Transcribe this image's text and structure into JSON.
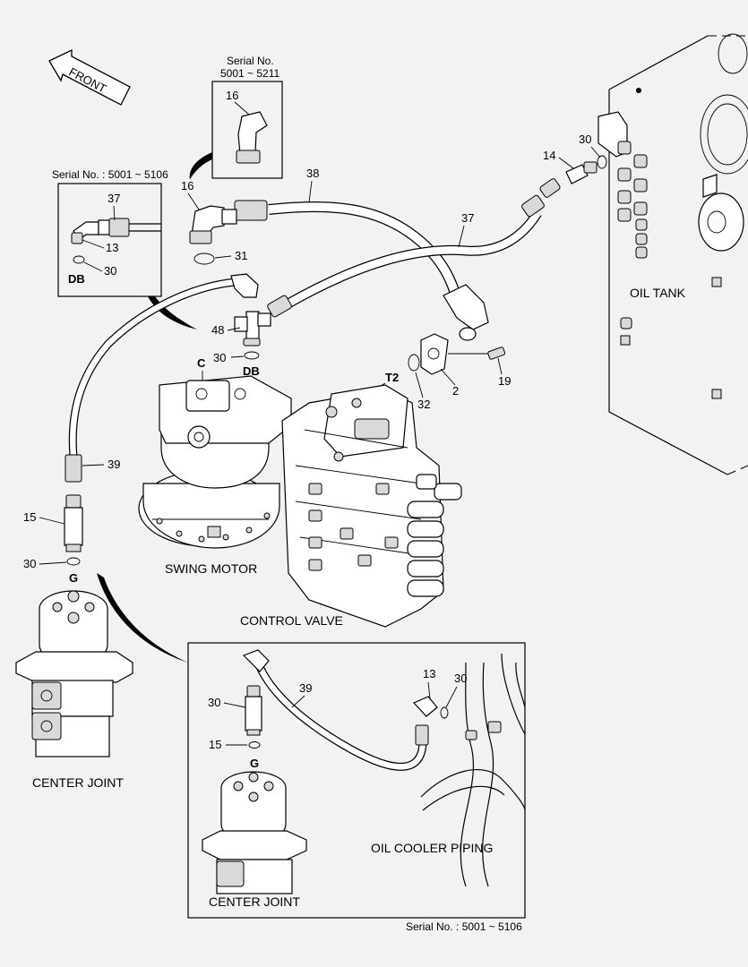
{
  "direction": {
    "label": "FRONT"
  },
  "serials": {
    "top_box": [
      "Serial No.",
      "5001 ~ 5211"
    ],
    "left_box": "Serial No. : 5001 ~ 5106",
    "bottom": "Serial No. : 5001 ~ 5106"
  },
  "parts": {
    "p16_inset": "16",
    "p16": "16",
    "p38": "38",
    "p37": "37",
    "p37_inset": "37",
    "p13_inset": "13",
    "p30_inset": "30",
    "p31": "31",
    "p48": "48",
    "p30_db": "30",
    "p14": "14",
    "p30_tank": "30",
    "p2": "2",
    "p32": "32",
    "p19": "19",
    "p39": "39",
    "p15": "15",
    "p30_g": "30",
    "p39_inset": "39",
    "p13_cooler": "13",
    "p30_cooler": "30",
    "p30_cj_inset": "30",
    "p15_cj_inset": "15"
  },
  "ports": {
    "db_inset": "DB",
    "c": "C",
    "db": "DB",
    "t2": "T2",
    "g": "G",
    "g_inset": "G"
  },
  "captions": {
    "oil_tank": "OIL TANK",
    "swing_motor": "SWING MOTOR",
    "control_valve": "CONTROL VALVE",
    "center_joint": "CENTER JOINT",
    "oil_cooler_piping": "OIL COOLER PIPING",
    "center_joint_inset": "CENTER JOINT"
  }
}
